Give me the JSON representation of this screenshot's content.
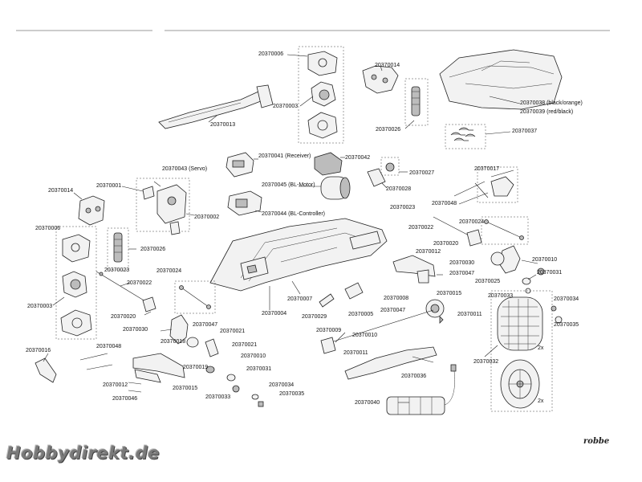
{
  "diagram": {
    "watermark": "Hobbydirekt.de",
    "brand": "robbe",
    "labels": {
      "l_006_top": "20370006",
      "l_003_top": "20370003",
      "l_013": "20370013",
      "l_014_top": "20370014",
      "l_026_top": "20370026",
      "l_038": "20370038 (black/orange)",
      "l_039": "20370039 (red/black)",
      "l_037": "20370037",
      "l_041": "20370041 (Receiver)",
      "l_042": "20370042",
      "l_027": "20370027",
      "l_028": "20370028",
      "l_043": "20370043 (Servo)",
      "l_001": "20370001",
      "l_014_left": "20370014",
      "l_002": "20370002",
      "l_045": "20370045 (BL-Motor)",
      "l_044": "20370044 (BL-Controller)",
      "l_017": "20370017",
      "l_048_right": "20370048",
      "l_023_right": "20370023",
      "l_024_right": "20370024",
      "l_022_right": "20370022",
      "l_020_right": "20370020",
      "l_006_left": "20370006",
      "l_026_left": "20370026",
      "l_012_right": "20370012",
      "l_030_right": "20370030",
      "l_010_right": "20370010",
      "l_031_right": "20370031",
      "l_023_left": "20370023",
      "l_024_left": "20370024",
      "l_047_right": "20370047",
      "l_025": "20370025",
      "l_022_left": "20370022",
      "l_015_right": "20370015",
      "l_003_left": "20370003",
      "l_007": "20370007",
      "l_008": "20370008",
      "l_033_right": "20370033",
      "l_034_right": "20370034",
      "l_004": "20370004",
      "l_047_mid": "20370047",
      "l_011_right": "20370011",
      "l_020_left": "20370020",
      "l_029": "20370029",
      "l_005": "20370005",
      "l_035_right": "20370035",
      "l_030_left": "20370030",
      "l_018": "20370018",
      "l_047_left": "20370047",
      "l_009": "20370009",
      "l_010_mid": "20370010",
      "l_021_a": "20370021",
      "l_021_b": "20370021",
      "l_016": "20370016",
      "l_048_left": "20370048",
      "l_011_mid": "20370011",
      "l_010_left": "20370010",
      "l_019": "20370019",
      "l_031_left": "20370031",
      "l_032": "20370032",
      "l_036": "20370036",
      "l_012_left": "20370012",
      "l_015_left": "20370015",
      "l_034_left": "20370034",
      "l_046": "20370046",
      "l_033_left": "20370033",
      "l_035_left": "20370035",
      "l_040": "20370040",
      "qty_1": "2x",
      "qty_2": "2x"
    }
  }
}
